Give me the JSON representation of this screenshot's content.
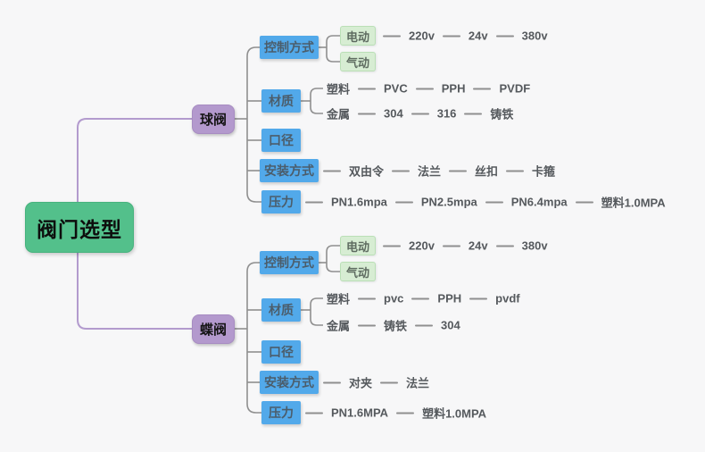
{
  "diagram": {
    "type": "mindmap",
    "colors": {
      "background": "#f7f7f8",
      "root_fill": "#53c08b",
      "branch_fill": "#b399cd",
      "category_fill": "#52a9ea",
      "option_fill": "#d7edd3",
      "connector_gray": "#8f8f8f",
      "connector_purple": "#b39bce"
    }
  },
  "root": {
    "label": "阀门选型"
  },
  "ball_valve": {
    "label": "球阀",
    "control": {
      "label": "控制方式",
      "electric": {
        "label": "电动",
        "chain": [
          "220v",
          "24v",
          "380v"
        ]
      },
      "pneumatic": {
        "label": "气动"
      }
    },
    "material": {
      "label": "材质",
      "plastic": {
        "label": "塑料",
        "chain": [
          "PVC",
          "PPH",
          "PVDF"
        ]
      },
      "metal": {
        "label": "金属",
        "chain": [
          "304",
          "316",
          "铸铁"
        ]
      }
    },
    "diameter": {
      "label": "口径"
    },
    "installation": {
      "label": "安装方式",
      "chain": [
        "双由令",
        "法兰",
        "丝扣",
        "卡箍"
      ]
    },
    "pressure": {
      "label": "压力",
      "chain": [
        "PN1.6mpa",
        "PN2.5mpa",
        "PN6.4mpa",
        "塑料1.0MPA"
      ]
    }
  },
  "butterfly_valve": {
    "label": "蝶阀",
    "control": {
      "label": "控制方式",
      "electric": {
        "label": "电动",
        "chain": [
          "220v",
          "24v",
          "380v"
        ]
      },
      "pneumatic": {
        "label": "气动"
      }
    },
    "material": {
      "label": "材质",
      "plastic": {
        "label": "塑料",
        "chain": [
          "pvc",
          "PPH",
          "pvdf"
        ]
      },
      "metal": {
        "label": "金属",
        "chain": [
          "铸铁",
          "304"
        ]
      }
    },
    "diameter": {
      "label": "口径"
    },
    "installation": {
      "label": "安装方式",
      "chain": [
        "对夹",
        "法兰"
      ]
    },
    "pressure": {
      "label": "压力",
      "chain": [
        "PN1.6MPA",
        "塑料1.0MPA"
      ]
    }
  }
}
